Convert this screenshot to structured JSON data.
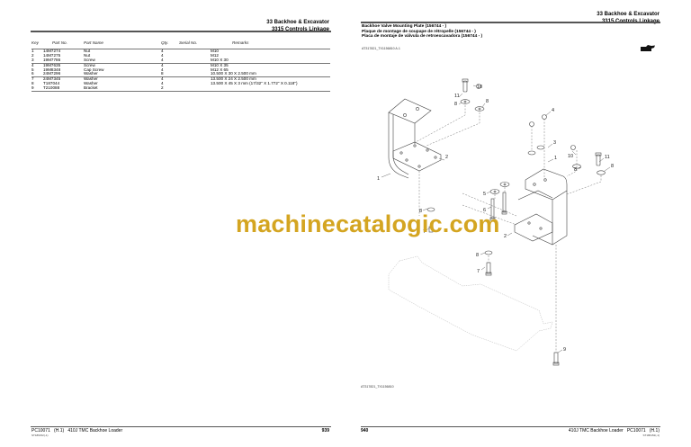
{
  "left_page": {
    "section_title": "33 Backhoe & Excavator",
    "section_subtitle": "3315 Controls Linkage",
    "table": {
      "headers": {
        "key": "Key",
        "part_no": "Part No.",
        "part_name": "Part Name",
        "qty": "Qty.",
        "serial_no": "Serial No.",
        "remarks": "Remarks"
      },
      "rows": [
        {
          "key": "1",
          "part_no": "14M7274",
          "part_name": "Nut",
          "qty": "4",
          "serial_no": "",
          "remarks": "M10"
        },
        {
          "key": "2",
          "part_no": "14M7275",
          "part_name": "Nut",
          "qty": "4",
          "serial_no": "",
          "remarks": "M12"
        },
        {
          "key": "3",
          "part_no": "19M7786",
          "part_name": "Screw",
          "qty": "4",
          "serial_no": "",
          "remarks": "M10 X 30"
        },
        {
          "key": "4",
          "part_no": "19M7635",
          "part_name": "Screw",
          "qty": "4",
          "serial_no": "",
          "remarks": "M10 X 35"
        },
        {
          "key": "5",
          "part_no": "19M8348",
          "part_name": "Cap Screw",
          "qty": "4",
          "serial_no": "",
          "remarks": "M12 X 65"
        },
        {
          "key": "6",
          "part_no": "24M7296",
          "part_name": "Washer",
          "qty": "8",
          "serial_no": "",
          "remarks": "10.500 X 30 X 2.500 mm"
        },
        {
          "key": "7",
          "part_no": "24M7345",
          "part_name": "Washer",
          "qty": "4",
          "serial_no": "",
          "remarks": "13.500 X 24 X 2.500 mm"
        },
        {
          "key": "8",
          "part_no": "T187044",
          "part_name": "Washer",
          "qty": "4",
          "serial_no": "",
          "remarks": "13.500 X 45 X 3 mm (17/32\" X 1.772\" X 0.118\")"
        },
        {
          "key": "9",
          "part_no": "T210088",
          "part_name": "Bracket",
          "qty": "2",
          "serial_no": "",
          "remarks": ""
        }
      ]
    },
    "footer": {
      "doc_code": "PC10071",
      "revision": "(H.1)",
      "product": "410J TMC Backhoe Loader",
      "sub_code": "ST186152(-1)",
      "page_number": "939"
    }
  },
  "right_page": {
    "section_title": "33 Backhoe & Excavator",
    "section_subtitle": "3315 Controls Linkage",
    "figure_title_en": "Backhoe Valve Mounting Plate (156744 - )",
    "figure_title_fr": "Plaque de montage de soupape de rétropelle (156744 - )",
    "figure_title_es": "Placa de montaje de válvula de retroexcavadora (156744 - )",
    "figure_id": "AT317821_TX1156810 A.1",
    "figure_id_bottom": "AT317821_TX1156810",
    "callouts": [
      "1",
      "2",
      "3",
      "4",
      "5",
      "6",
      "7",
      "8",
      "9",
      "10",
      "11"
    ],
    "footer": {
      "doc_code": "PC10071",
      "revision": "(H.1)",
      "product": "410J TMC Backhoe Loader",
      "sub_code": "ST186152(-1)",
      "page_number": "940"
    }
  },
  "watermark": "machinecatalogic.com",
  "colors": {
    "watermark": "#d4a521",
    "rule": "#555555",
    "line_art": "#444444",
    "hidden_line": "#888888"
  },
  "icons": {
    "pointing_hand": "pointing-hand-icon"
  }
}
